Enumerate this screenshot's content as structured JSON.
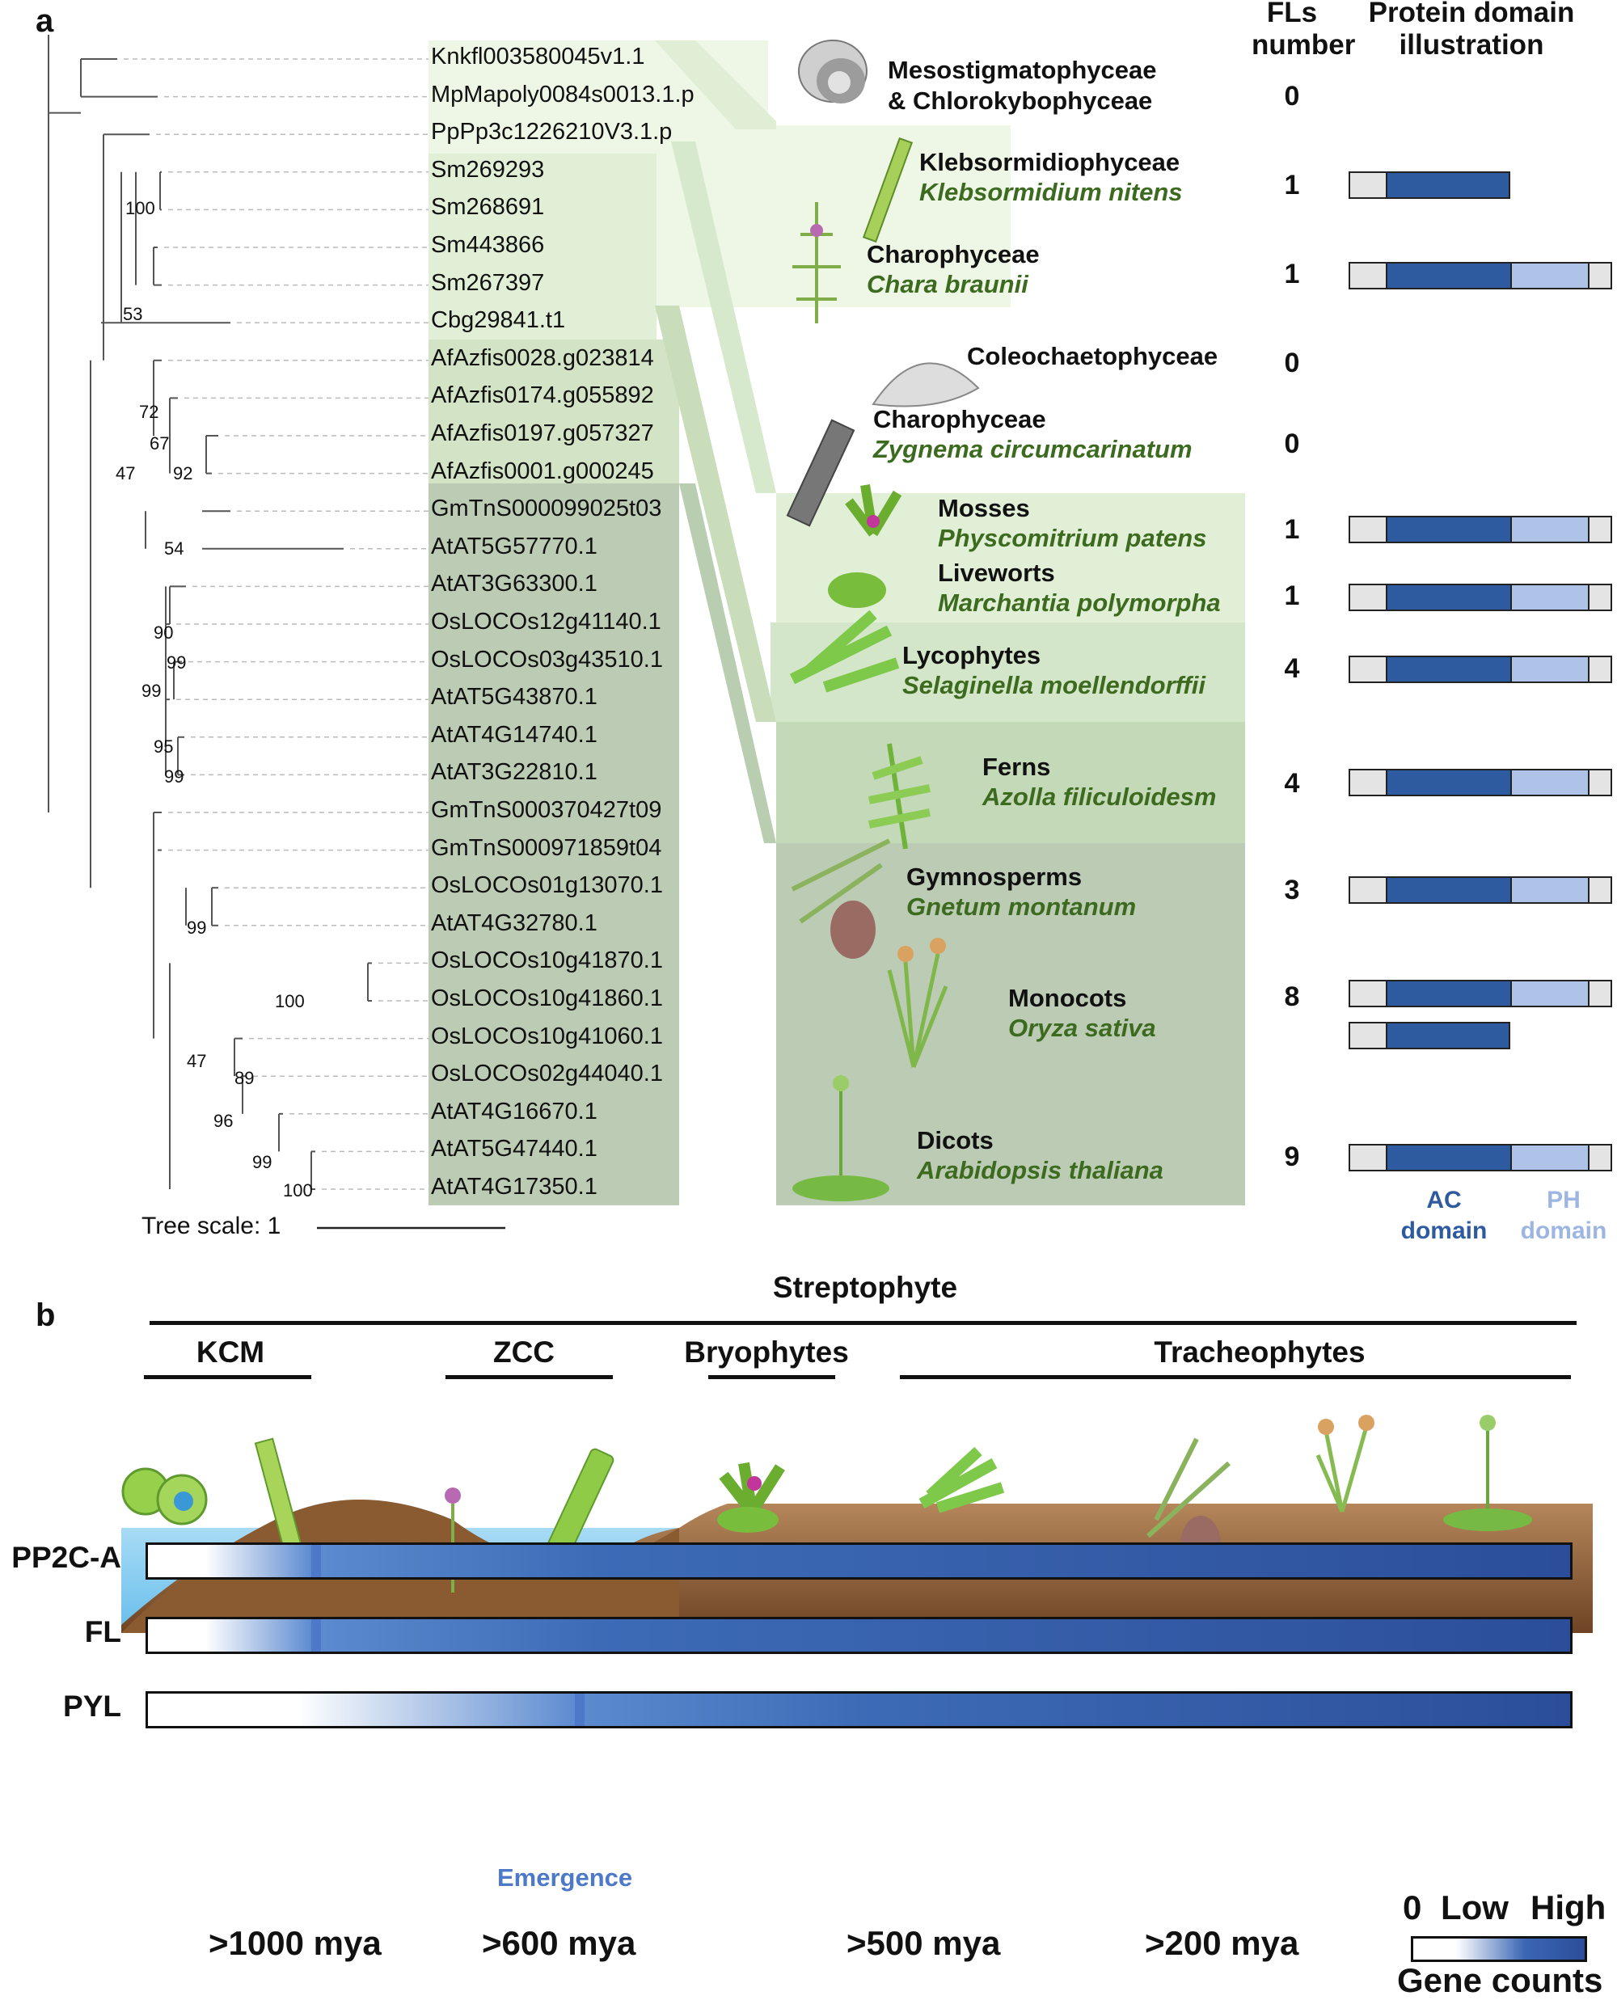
{
  "panel_a": {
    "letter": "a",
    "leaves": [
      "Knkfl003580045v1.1",
      "MpMapoly0084s0013.1.p",
      "PpPp3c1226210V3.1.p",
      "Sm269293",
      "Sm268691",
      "Sm443866",
      "Sm267397",
      "Cbg29841.t1",
      "AfAzfis0028.g023814",
      "AfAzfis0174.g055892",
      "AfAzfis0197.g057327",
      "AfAzfis0001.g000245",
      "GmTnS000099025t03",
      "AtAT5G57770.1",
      "AtAT3G63300.1",
      "OsLOCOs12g41140.1",
      "OsLOCOs03g43510.1",
      "AtAT5G43870.1",
      "AtAT4G14740.1",
      "AtAT3G22810.1",
      "GmTnS000370427t09",
      "GmTnS000971859t04",
      "OsLOCOs01g13070.1",
      "AtAT4G32780.1",
      "OsLOCOs10g41870.1",
      "OsLOCOs10g41860.1",
      "OsLOCOs10g41060.1",
      "OsLOCOs02g44040.1",
      "AtAT4G16670.1",
      "AtAT5G47440.1",
      "AtAT4G17350.1"
    ],
    "bootstraps": [
      "100",
      "53",
      "72",
      "67",
      "47",
      "92",
      "54",
      "90",
      "99",
      "99",
      "95",
      "99",
      "99",
      "100",
      "47",
      "89",
      "96",
      "99",
      "100"
    ],
    "tree_scale": "Tree scale: 1",
    "headers": {
      "fls": "FLs\nnumber",
      "protein": "Protein domain\nillustration"
    },
    "groups": [
      {
        "name": "Mesostigmatophyceae\n& Chlorokybophyceae",
        "species": "",
        "count": "0"
      },
      {
        "name": "Klebsormidiophyceae",
        "species": "Klebsormidium nitens",
        "count": "1"
      },
      {
        "name": "Charophyceae",
        "species": "Chara braunii",
        "count": "1"
      },
      {
        "name": "Coleochaetophyceae",
        "species": "",
        "count": "0"
      },
      {
        "name": "Charophyceae",
        "species": "Zygnema circumcarinatum",
        "count": "0"
      },
      {
        "name": "Mosses",
        "species": "Physcomitrium patens",
        "count": "1"
      },
      {
        "name": "Liveworts",
        "species": "Marchantia polymorpha",
        "count": "1"
      },
      {
        "name": "Lycophytes",
        "species": "Selaginella moellendorffii",
        "count": "4"
      },
      {
        "name": "Ferns",
        "species": "Azolla filiculoidesm",
        "count": "4"
      },
      {
        "name": "Gymnosperms",
        "species": "Gnetum montanum",
        "count": "3"
      },
      {
        "name": "Monocots",
        "species": "Oryza sativa",
        "count": "8"
      },
      {
        "name": "Dicots",
        "species": "Arabidopsis thaliana",
        "count": "9"
      }
    ],
    "domain_legend": {
      "ac": "AC\ndomain",
      "ph": "PH\ndomain"
    },
    "colors": {
      "ac": "#2e5aa0",
      "ph": "#afc3e8",
      "cap": "#e4e4e4",
      "species": "#3c6b1f"
    }
  },
  "panel_b": {
    "letter": "b",
    "top_clade": "Streptophyte",
    "clades": [
      "KCM",
      "ZCC",
      "Bryophytes",
      "Tracheophytes"
    ],
    "rows": [
      {
        "label": "PP2C-A",
        "emergence_fraction": 0.115
      },
      {
        "label": "FL",
        "emergence_fraction": 0.115
      },
      {
        "label": "PYL",
        "emergence_fraction": 0.3
      }
    ],
    "emergence_label": "Emergence",
    "times": [
      ">1000 mya",
      ">600 mya",
      ">500 mya",
      ">200 mya"
    ],
    "scale_legend": {
      "zero": "0",
      "low": "Low",
      "high": "High",
      "title": "Gene counts"
    },
    "colors": {
      "high": "#2c4e9a",
      "emergence": "#4e78c8",
      "water": "#7cc7ef",
      "soil": "#8b5a2b"
    }
  }
}
